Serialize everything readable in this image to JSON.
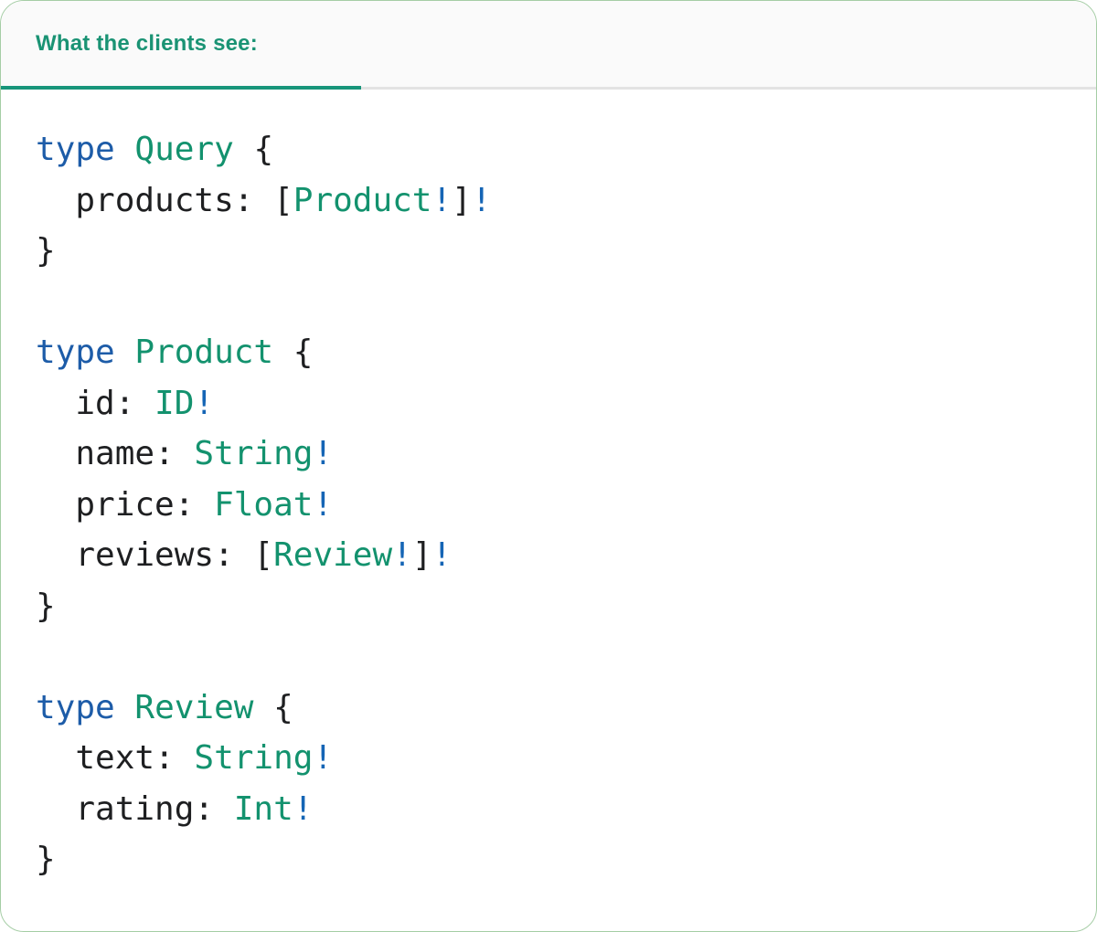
{
  "colors": {
    "header_green": "#1a9374",
    "tab_underline_green": "#17957a",
    "keyword_blue": "#1d5ca8",
    "type_green": "#13926e",
    "bang_blue": "#1565b5",
    "code_text": "#1e1f21",
    "header_bg": "#fafafa",
    "divider_gray": "#e3e3e3",
    "card_border": "#a5cda5",
    "card_bg": "#ffffff"
  },
  "header": {
    "title": "What the clients see:"
  },
  "code": {
    "language": "graphql",
    "lines": [
      {
        "tokens": [
          {
            "t": "keyword",
            "s": "type"
          },
          {
            "t": "plain",
            "s": " "
          },
          {
            "t": "type",
            "s": "Query"
          },
          {
            "t": "plain",
            "s": " {"
          }
        ]
      },
      {
        "tokens": [
          {
            "t": "plain",
            "s": "  products: ["
          },
          {
            "t": "type",
            "s": "Product"
          },
          {
            "t": "bang",
            "s": "!"
          },
          {
            "t": "plain",
            "s": "]"
          },
          {
            "t": "bang",
            "s": "!"
          }
        ]
      },
      {
        "tokens": [
          {
            "t": "plain",
            "s": "}"
          }
        ]
      },
      {
        "tokens": []
      },
      {
        "tokens": [
          {
            "t": "keyword",
            "s": "type"
          },
          {
            "t": "plain",
            "s": " "
          },
          {
            "t": "type",
            "s": "Product"
          },
          {
            "t": "plain",
            "s": " {"
          }
        ]
      },
      {
        "tokens": [
          {
            "t": "plain",
            "s": "  id: "
          },
          {
            "t": "type",
            "s": "ID"
          },
          {
            "t": "bang",
            "s": "!"
          }
        ]
      },
      {
        "tokens": [
          {
            "t": "plain",
            "s": "  name: "
          },
          {
            "t": "type",
            "s": "String"
          },
          {
            "t": "bang",
            "s": "!"
          }
        ]
      },
      {
        "tokens": [
          {
            "t": "plain",
            "s": "  price: "
          },
          {
            "t": "type",
            "s": "Float"
          },
          {
            "t": "bang",
            "s": "!"
          }
        ]
      },
      {
        "tokens": [
          {
            "t": "plain",
            "s": "  reviews: ["
          },
          {
            "t": "type",
            "s": "Review"
          },
          {
            "t": "bang",
            "s": "!"
          },
          {
            "t": "plain",
            "s": "]"
          },
          {
            "t": "bang",
            "s": "!"
          }
        ]
      },
      {
        "tokens": [
          {
            "t": "plain",
            "s": "}"
          }
        ]
      },
      {
        "tokens": []
      },
      {
        "tokens": [
          {
            "t": "keyword",
            "s": "type"
          },
          {
            "t": "plain",
            "s": " "
          },
          {
            "t": "type",
            "s": "Review"
          },
          {
            "t": "plain",
            "s": " {"
          }
        ]
      },
      {
        "tokens": [
          {
            "t": "plain",
            "s": "  text: "
          },
          {
            "t": "type",
            "s": "String"
          },
          {
            "t": "bang",
            "s": "!"
          }
        ]
      },
      {
        "tokens": [
          {
            "t": "plain",
            "s": "  rating: "
          },
          {
            "t": "type",
            "s": "Int"
          },
          {
            "t": "bang",
            "s": "!"
          }
        ]
      },
      {
        "tokens": [
          {
            "t": "plain",
            "s": "}"
          }
        ]
      }
    ]
  }
}
